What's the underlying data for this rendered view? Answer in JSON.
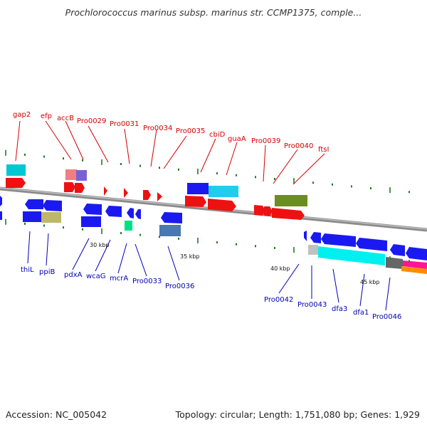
{
  "header": {
    "title": "Prochlorococcus marinus subsp. marinus str. CCMP1375, comple..."
  },
  "footer": {
    "accession": "Accession: NC_005042",
    "summary": "Topology: circular; Length: 1,751,080 bp; Genes: 1,929"
  },
  "colors": {
    "top_label": "#d40000",
    "bottom_label": "#0000b8",
    "backbone": "#8c8c8c",
    "tick": "#1e7a1e"
  },
  "scale": {
    "labels": [
      "30 kbp",
      "35 kbp",
      "40 kbp",
      "45 kbp"
    ]
  },
  "genes": {
    "top_labels": [
      "gap2",
      "efp",
      "accB",
      "Pro0029",
      "Pro0031",
      "Pro0034",
      "Pro0035",
      "cbiD",
      "guaA",
      "Pro0039",
      "Pro0040",
      "ftsI"
    ],
    "bottom_labels": [
      "thiL",
      "ppiB",
      "pdxA",
      "wcaG",
      "mcrA",
      "Pro0033",
      "Pro0036",
      "Pro0042",
      "Pro0043",
      "dfa3",
      "dfa1",
      "Pro0046"
    ]
  }
}
